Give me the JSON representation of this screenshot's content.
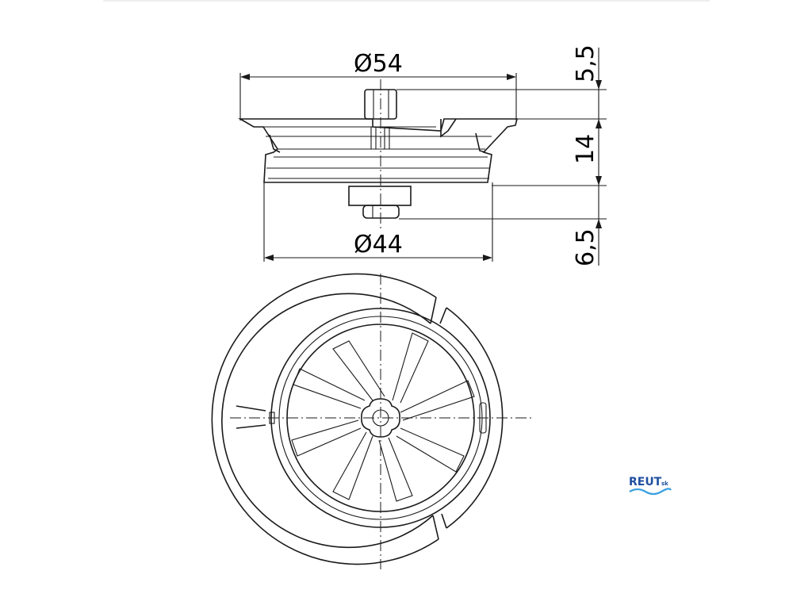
{
  "dimensions": {
    "top_diameter": "Ø54",
    "bottom_diameter": "Ø44",
    "cap_height": "5,5",
    "body_height": "14",
    "stem_height": "6,5"
  },
  "logo": {
    "name": "REUT",
    "suffix": "sk",
    "color": "#1f4fa0",
    "wave_color": "#3aa0e0"
  }
}
